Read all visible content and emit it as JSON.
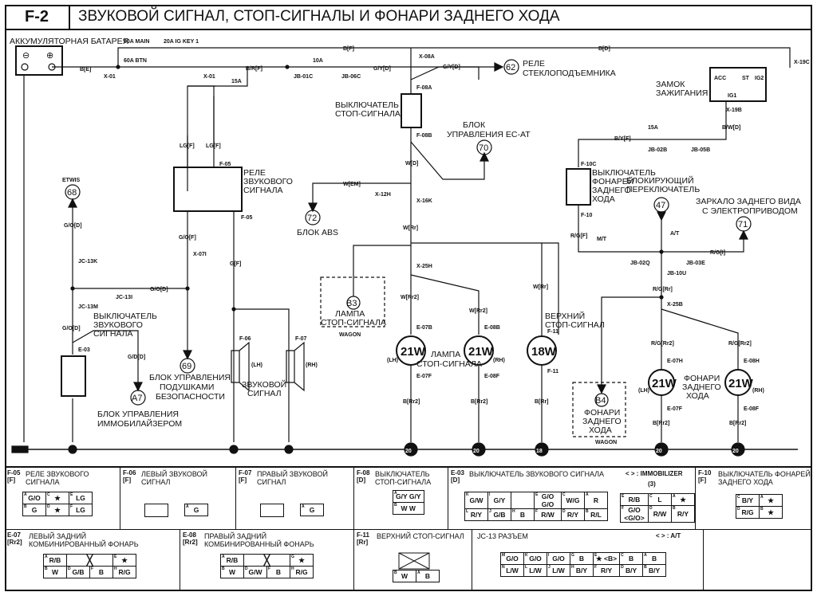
{
  "header": {
    "code": "F-2",
    "title": "ЗВУКОВОЙ СИГНАЛ, СТОП-СИГНАЛЫ И ФОНАРИ ЗАДНЕГО ХОДА"
  },
  "components": {
    "battery": "АККУМУЛЯТОРНАЯ БАТАРЕЯ",
    "fuse_main": "80A MAIN",
    "fuse_igkey": "20A IG KEY 1",
    "fuse_btn": "60A BTN",
    "fuse_10a": "10A",
    "fuse_15a_a": "15A",
    "fuse_15a_b": "15A",
    "window_relay_ref": "62",
    "window_relay": "РЕЛЕ СТЕКЛОПОДЪЕМНИКА",
    "ignition_switch": [
      "ЗАМОК",
      "ЗАЖИГАНИЯ"
    ],
    "ign_terms": [
      "ACC",
      "IG1",
      "ST",
      "IG2"
    ],
    "brake_switch": [
      "ВЫКЛЮЧАТЕЛЬ",
      "СТОП-СИГНАЛА"
    ],
    "ecat_unit": [
      "БЛОК",
      "УПРАВЛЕНИЯ EC-AT"
    ],
    "ecat_ref": "70",
    "horn_relay": [
      "РЕЛЕ",
      "ЗВУКОВОГО",
      "СИГНАЛА"
    ],
    "etwis": "ETWIS",
    "etwis_ref": "68",
    "abs_ref": "72",
    "abs": "БЛОК ABS",
    "reverse_switch": [
      "ВЫКЛЮЧАТЕЛЬ",
      "ФОНАРЕЙ",
      "ЗАДНЕГО",
      "ХОДА"
    ],
    "inhibitor": [
      "БЛОКИРУЮЩИЙ",
      "ПЕРЕКЛЮЧАТЕЛЬ"
    ],
    "inhibitor_ref": "47",
    "mirror": [
      "ЗАРКАЛО ЗАДНЕГО ВИДА",
      "С ЭЛЕКТРОПРИВОДОМ"
    ],
    "mirror_ref": "71",
    "mt": "M/T",
    "at": "A/T",
    "horn_switch": [
      "ВЫКЛЮЧАТЕЛЬ",
      "ЗВУКОВОГО",
      "СИГНАЛА"
    ],
    "immo_ref": "A7",
    "immo": [
      "БЛОК УПРАВЛЕНИЯ",
      "ИММОБИЛАЙЗЕРОМ"
    ],
    "airbag_ref": "69",
    "airbag": [
      "БЛОК УПРАВЛЕНИЯ",
      "ПОДУШКАМИ",
      "БЕЗОПАСНОСТИ"
    ],
    "horn": [
      "ЗВУКОВОЙ",
      "СИГНАЛ"
    ],
    "lh": "(LH)",
    "rh": "(RH)",
    "b3_ref": "B3",
    "b3": [
      "ЛАМПА",
      "СТОП-СИГНАЛА"
    ],
    "wagon": "WAGON",
    "stop_lamp": [
      "ЛАМПА",
      "СТОП-СИГНАЛА"
    ],
    "bulb_21w": "21W",
    "bulb_18w": "18W",
    "high_stop": [
      "ВЕРХНИЙ",
      "СТОП-СИГНАЛ"
    ],
    "b4_ref": "B4",
    "b4": [
      "ФОНАРИ",
      "ЗАДНЕГО",
      "ХОДА"
    ],
    "reverse_lamps": [
      "ФОНАРИ",
      "ЗАДНЕГО",
      "ХОДА"
    ],
    "ground_20": "20",
    "ground_18": "18"
  },
  "wires": {
    "b_f": "B[F]",
    "b_d": "B[D]",
    "b_e": "B[E]",
    "br_f": "B/R[F]",
    "gy_d": "G/Y[D]",
    "gy_d2": "G/Y[D]",
    "lg_f": "LG[F]",
    "go_f": "G/O[F]",
    "g_f": "G[F]",
    "go_d": "G/O[D]",
    "go_d2": "G/O[D]",
    "go_d3": "G/O[D]",
    "gd_d": "G/D[D]",
    "w_d": "W[D]",
    "w_em": "W[EM]",
    "w_rr": "W[Rr]",
    "w_rr_b": "W[Rr]",
    "w_rr2": "W[Rr2]",
    "b_rr2": "B[Rr2]",
    "b_rr": "B[Rr]",
    "by_f": "B/Y[F]",
    "bw_d": "B/W[D]",
    "rg_f": "R/G[F]",
    "rg_i": "R/G[I]",
    "rg_rr": "R/G[Rr]",
    "rg_rr2": "R/G[Rr2]"
  },
  "connectors": {
    "x01": "X-01",
    "jb01c": "JB-01C",
    "jb06c": "JB-06C",
    "x08a": "X-08A",
    "f08a": "F-08A",
    "f08b": "F-08B",
    "x19c": "X-19C",
    "x19b": "X-19B",
    "f05": "F-05",
    "x07i": "X-07I",
    "jc13k": "JC-13K",
    "jc13i": "JC-13I",
    "jc13m": "JC-13M",
    "e03": "E-03",
    "x12h": "X-12H",
    "x16k": "X-16K",
    "x25h": "X-25H",
    "e07b": "E-07B",
    "e08b": "E-08B",
    "e07f": "E-07F",
    "e08f": "E-08F",
    "f11": "F-11",
    "f06": "F-06",
    "f07": "F-07",
    "jb02b": "JB-02B",
    "jb05b": "JB-05B",
    "f10c": "F-10C",
    "f10": "F-10",
    "jb02q": "JB-02Q",
    "jb03e": "JB-03E",
    "jb10u": "JB-10U",
    "x25b": "X-25B",
    "e07h": "E-07H",
    "e08h": "E-08H"
  },
  "panels": {
    "f05": {
      "code": "F-05\n[F]",
      "title": "РЕЛЕ ЗВУКОВОГО СИГНАЛА",
      "rows": [
        [
          [
            "A",
            "G/O"
          ],
          [
            "C",
            "★"
          ],
          [
            "E",
            "LG"
          ]
        ],
        [
          [
            "B",
            "G"
          ],
          [
            "D",
            "★"
          ],
          [
            "F",
            "LG"
          ]
        ]
      ]
    },
    "f06": {
      "code": "F-06\n[F]",
      "title": "ЛЕВЫЙ ЗВУКОВОЙ СИГНАЛ",
      "pin": [
        "A",
        "G"
      ]
    },
    "f07": {
      "code": "F-07\n[F]",
      "title": "ПРАВЫЙ ЗВУКОВОЙ СИГНАЛ",
      "pin": [
        "A",
        "G"
      ]
    },
    "f08": {
      "code": "F-08\n[D]",
      "title": "ВЫКЛЮЧАТЕЛЬ\nСТОП-СИГНАЛА",
      "rows": [
        [
          [
            "A",
            "G/Y G/Y"
          ]
        ],
        [
          [
            "B",
            "W W"
          ]
        ]
      ]
    },
    "e03": {
      "code": "E-03\n[D]",
      "title": "ВЫКЛЮЧАТЕЛЬ ЗВУКОВОГО СИГНАЛА",
      "rows": [
        [
          [
            "K",
            "G/W"
          ],
          [
            "I",
            "G/Y"
          ],
          [
            "",
            ""
          ],
          [
            "E",
            "G/O G/O"
          ],
          [
            "C",
            "W/G"
          ],
          [
            "A",
            "R"
          ]
        ],
        [
          [
            "L",
            "R/Y"
          ],
          [
            "J",
            "G/B"
          ],
          [
            "H",
            "B"
          ],
          [
            "F",
            "R/W"
          ],
          [
            "D",
            "R/Y"
          ],
          [
            "B",
            "R/L"
          ]
        ]
      ]
    },
    "immo": {
      "legend": "< > : IMMOBILIZER",
      "sub": "(3)",
      "rows": [
        [
          [
            "E",
            "R/B"
          ],
          [
            "C",
            "L"
          ],
          [
            "A",
            "★"
          ]
        ],
        [
          [
            "F",
            "G/O <G/O>"
          ],
          [
            "D",
            "R/W"
          ],
          [
            "B",
            "R/Y"
          ]
        ]
      ]
    },
    "f10": {
      "code": "F-10\n[F]",
      "title": "ВЫКЛЮЧАТЕЛЬ ФОНАРЕЙ\nЗАДНЕГО ХОДА",
      "rows": [
        [
          [
            "C",
            "B/Y"
          ],
          [
            "A",
            "★"
          ]
        ],
        [
          [
            "D",
            "R/G"
          ],
          [
            "B",
            "★"
          ]
        ]
      ]
    },
    "e07": {
      "code": "E-07\n[Rr2]",
      "title": "ЛЕВЫЙ ЗАДНИЙ\nКОМБИНИРОВАННЫЙ ФОНАРЬ",
      "top": [
        [
          "A",
          "R/B"
        ],
        [
          "E",
          "★"
        ]
      ],
      "bottom": [
        [
          "B",
          "W"
        ],
        [
          "D",
          "G/B"
        ],
        [
          "F",
          "B"
        ],
        [
          "H",
          "R/G"
        ]
      ]
    },
    "e08": {
      "code": "E-08\n[Rr2]",
      "title": "ПРАВЫЙ ЗАДНИЙ\nКОМБИНИРОВАННЫЙ ФОНАРЬ",
      "top": [
        [
          "A",
          "R/B"
        ],
        [
          "G",
          "★"
        ]
      ],
      "bottom": [
        [
          "B",
          "W"
        ],
        [
          "D",
          "G/W"
        ],
        [
          "F",
          "B"
        ],
        [
          "H",
          "R/G"
        ]
      ]
    },
    "f11": {
      "code": "F-11\n[Rr]",
      "title": "ВЕРХНИЙ СТОП-СИГНАЛ",
      "rows": [
        [
          [
            "B",
            "W"
          ],
          [
            "A",
            "B"
          ]
        ]
      ]
    },
    "jc13": {
      "code": "JC-13",
      "title": "РАЗЪЕМ",
      "legend": "< > : A/T",
      "rows": [
        [
          [
            "M",
            "G/O"
          ],
          [
            "K",
            "G/O"
          ],
          [
            "I",
            "G/O"
          ],
          [
            "G",
            "B"
          ],
          [
            "E",
            "★ <B>"
          ],
          [
            "C",
            "B"
          ],
          [
            "A",
            "B"
          ]
        ],
        [
          [
            "N",
            "L/W"
          ],
          [
            "L",
            "L/W"
          ],
          [
            "J",
            "L/W"
          ],
          [
            "H",
            "B/Y"
          ],
          [
            "F",
            "R/Y"
          ],
          [
            "D",
            "B/Y"
          ],
          [
            "B",
            "B/Y"
          ]
        ]
      ]
    }
  }
}
